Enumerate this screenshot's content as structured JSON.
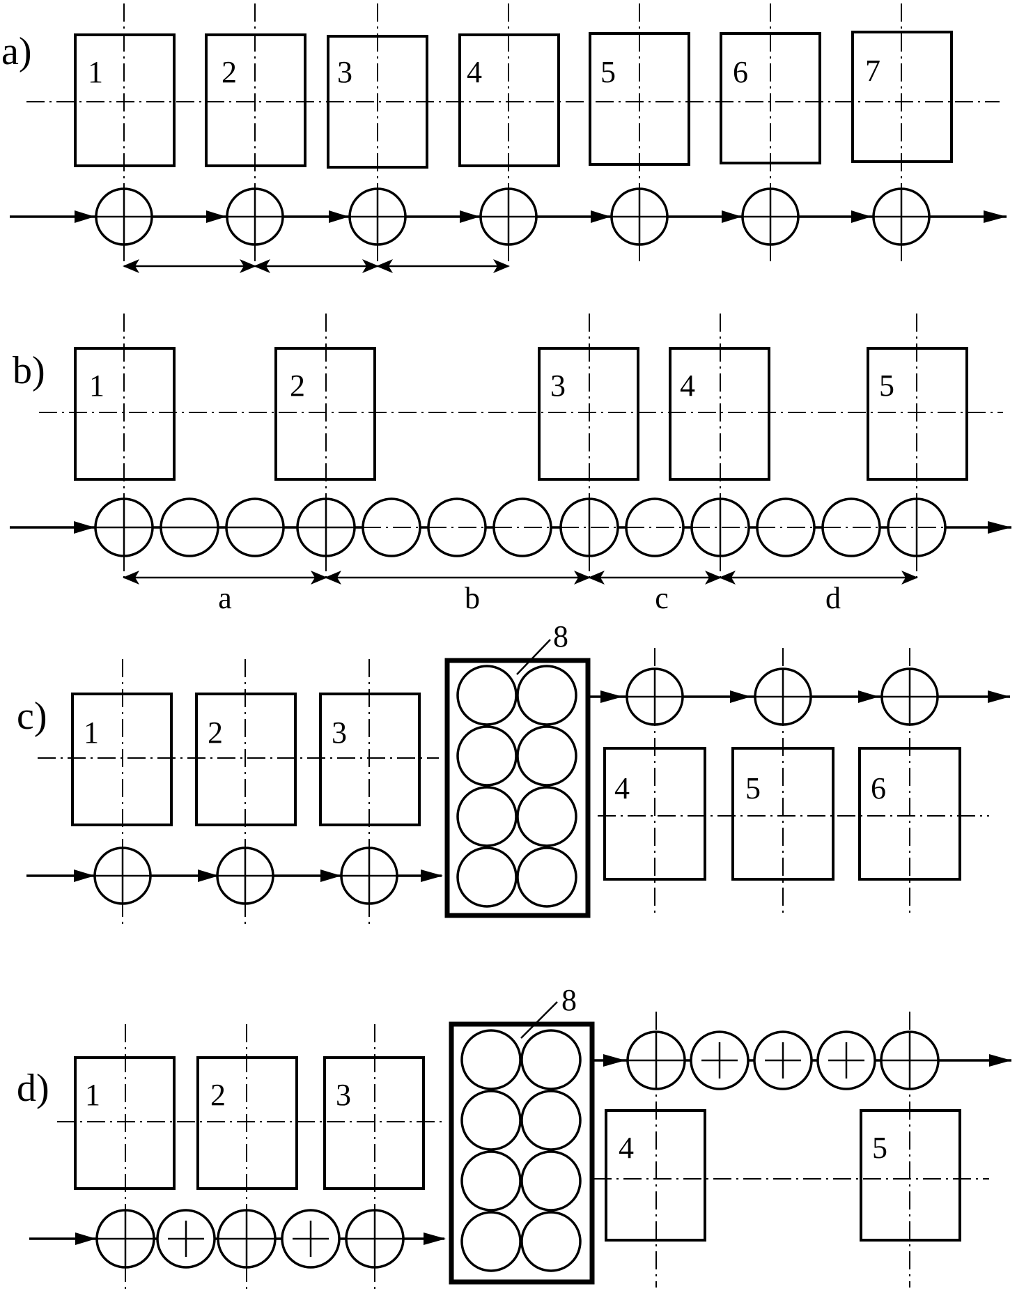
{
  "panels": [
    {
      "label": "a)",
      "stations": [
        "1",
        "2",
        "3",
        "4",
        "5",
        "6",
        "7"
      ],
      "spacing_labels": []
    },
    {
      "label": "b)",
      "stations": [
        "1",
        "2",
        "3",
        "4",
        "5"
      ],
      "spacing_labels": [
        "a",
        "b",
        "c",
        "d"
      ]
    },
    {
      "label": "c)",
      "stations": [
        "1",
        "2",
        "3",
        "4",
        "5",
        "6"
      ],
      "buffer_label": "8",
      "spacing_labels": []
    },
    {
      "label": "d)",
      "stations": [
        "1",
        "2",
        "3",
        "4",
        "5"
      ],
      "buffer_label": "8",
      "spacing_labels": []
    }
  ]
}
